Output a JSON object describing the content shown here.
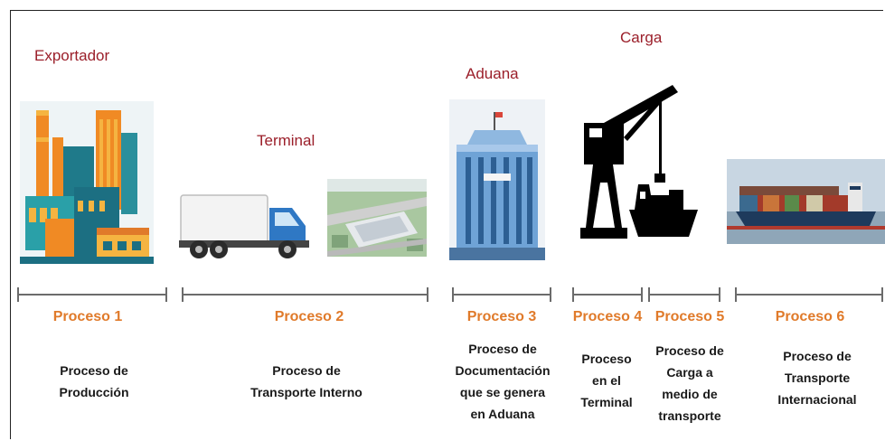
{
  "stages": {
    "exportador": "Exportador",
    "terminal": "Terminal",
    "aduana": "Aduana",
    "carga": "Carga"
  },
  "processes": [
    {
      "label": "Proceso 1",
      "desc": [
        "Proceso de",
        "Producción"
      ]
    },
    {
      "label": "Proceso 2",
      "desc": [
        "Proceso de",
        "Transporte Interno"
      ]
    },
    {
      "label": "Proceso 3",
      "desc": [
        "Proceso de",
        "Documentación",
        "que se genera",
        "en Aduana"
      ]
    },
    {
      "label": "Proceso 4",
      "desc": [
        "Proceso",
        "en el",
        "Terminal"
      ]
    },
    {
      "label": "Proceso 5",
      "desc": [
        "Proceso de",
        "Carga a",
        "medio de",
        "transporte"
      ]
    },
    {
      "label": "Proceso 6",
      "desc": [
        "Proceso de",
        "Transporte",
        "Internacional"
      ]
    }
  ],
  "images": {
    "factory": "factory-icon",
    "truck": "truck-icon",
    "terminal": "terminal-aerial-icon",
    "customs": "customs-building-icon",
    "crane": "port-crane-ship-icon",
    "ship": "container-ship-icon"
  },
  "colors": {
    "stage_label": "#9b1f2a",
    "process_label": "#e07a2a",
    "timeline": "#6b6b6b"
  }
}
